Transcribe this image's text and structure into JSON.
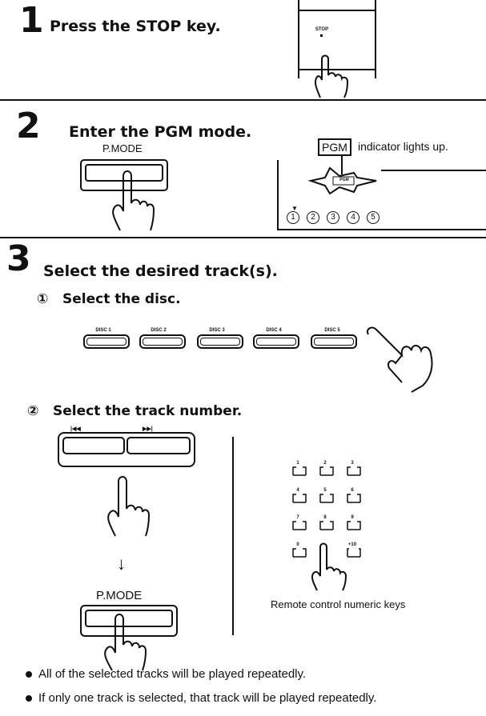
{
  "step1": {
    "number": "1",
    "title": "Press the STOP key.",
    "key_label": "STOP"
  },
  "step2": {
    "number": "2",
    "title": "Enter the PGM mode.",
    "key_label": "P.MODE",
    "indicator_box": "PGM",
    "indicator_text": "indicator lights up.",
    "display_label": "PGM",
    "disc_indicators": [
      "1",
      "2",
      "3",
      "4",
      "5"
    ]
  },
  "step3": {
    "number": "3",
    "title": "Select the desired track(s).",
    "sub1": {
      "marker": "①",
      "title": "Select the disc.",
      "disc_buttons": [
        "DISC 1",
        "DISC 2",
        "DISC 3",
        "DISC 4",
        "DISC 5"
      ]
    },
    "sub2": {
      "marker": "②",
      "title": "Select the track number.",
      "skip_back": "|◀◀",
      "skip_forward": "▶▶|",
      "arrow": "↓",
      "pmode_label": "P.MODE",
      "numeric_keys": [
        "1",
        "2",
        "3",
        "4",
        "5",
        "6",
        "7",
        "8",
        "9",
        "0",
        "+10"
      ],
      "remote_caption": "Remote control numeric keys"
    }
  },
  "notes": [
    "All of the selected tracks will be played repeatedly.",
    "If only one track is selected, that track will be played repeatedly."
  ],
  "icons": {
    "hand": "pointing-hand-icon",
    "bullet": "bullet-icon"
  }
}
